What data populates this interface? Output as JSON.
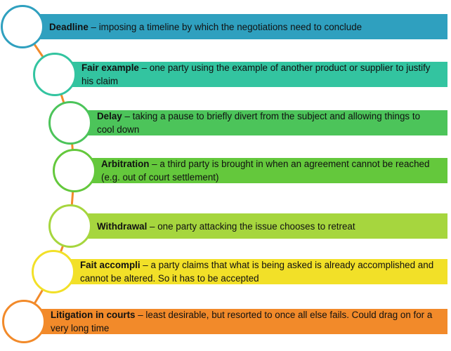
{
  "items": [
    {
      "term": "Deadline",
      "desc": " – imposing a timeline by which the negotiations need to conclude",
      "color": "#2fa0bf"
    },
    {
      "term": "Fair example",
      "desc": " – one party using the example of another product or supplier to justify his claim",
      "color": "#33c4a0"
    },
    {
      "term": "Delay",
      "desc": " – taking a pause to briefly divert from the subject and allowing things to cool down",
      "color": "#4cc45a"
    },
    {
      "term": "Arbitration",
      "desc": " – a third party is brought in when an agreement cannot be reached (e.g. out of court settlement)",
      "color": "#64c83c"
    },
    {
      "term": "Withdrawal",
      "desc": " – one party attacking the issue chooses to retreat",
      "color": "#a6d63e"
    },
    {
      "term": "Fait accompli",
      "desc": " – a party claims that what is being asked is already accomplished and cannot be altered. So it has to be accepted",
      "color": "#f2e028"
    },
    {
      "term": "Litigation in courts",
      "desc": " – least desirable, but resorted to once all else fails. Could drag on for a very long time",
      "color": "#f28a2a"
    }
  ],
  "connector_color": "#f28a2a"
}
